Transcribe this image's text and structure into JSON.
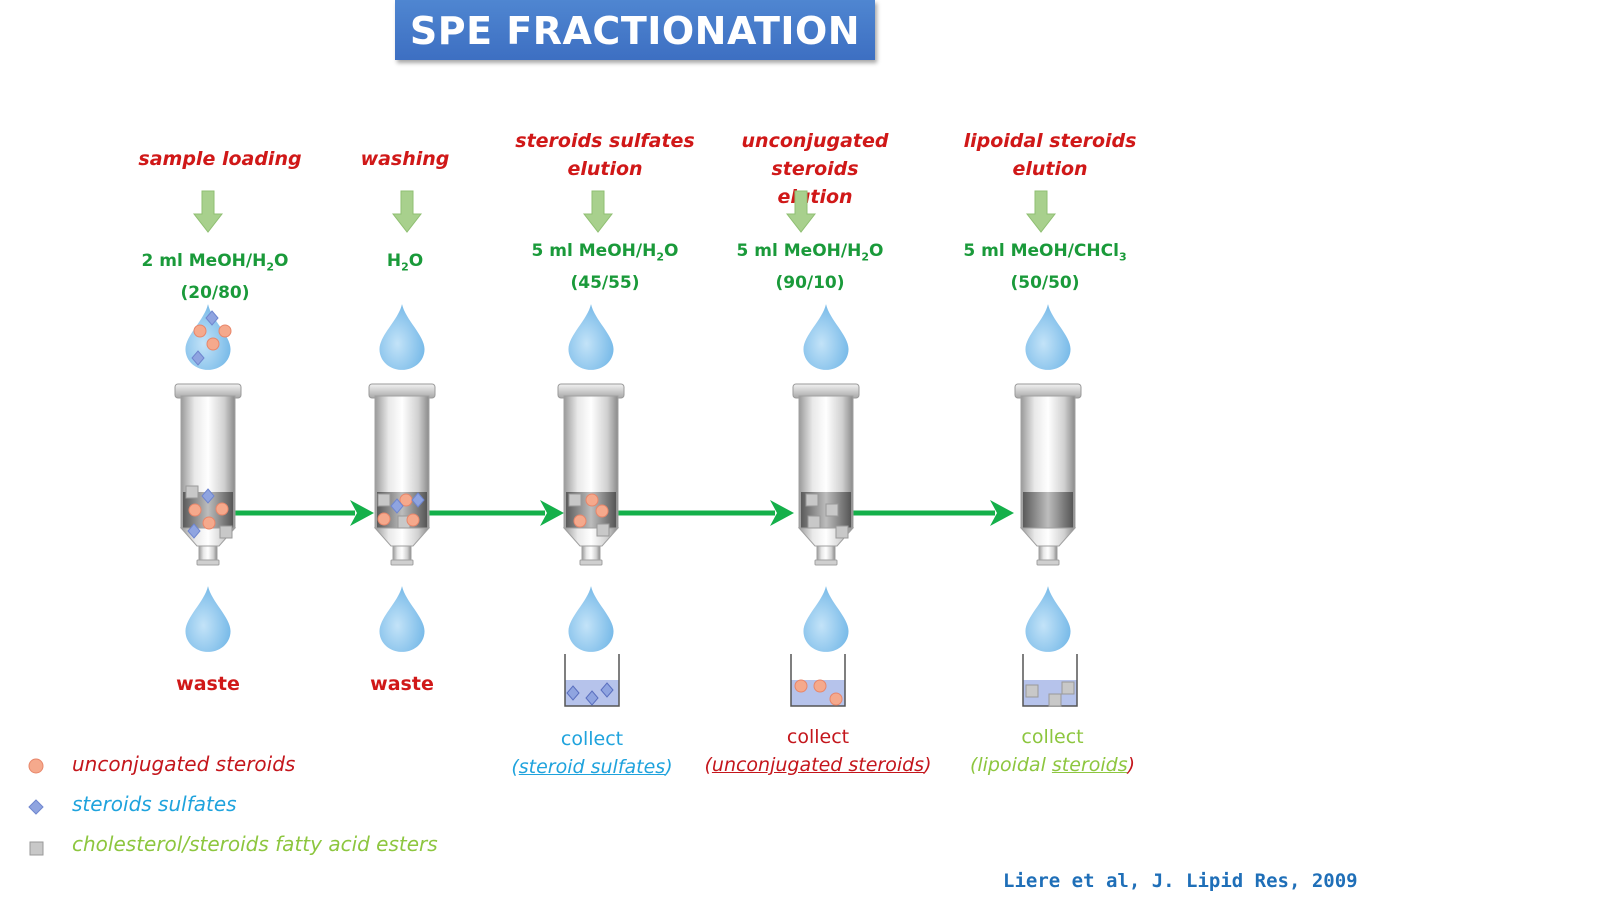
{
  "title": "SPE FRACTIONATION",
  "steps": [
    {
      "label": "sample loading",
      "solvent_main": "2 ml MeOH/H",
      "solvent_sub": "2",
      "solvent_tail": "O",
      "solvent_line2": "(20/80)",
      "outlet": "waste"
    },
    {
      "label": "washing",
      "solvent_main": "H",
      "solvent_sub": "2",
      "solvent_tail": "O",
      "solvent_line2": "",
      "outlet": "waste"
    },
    {
      "label_line1": "steroids sulfates",
      "label_line2": "elution",
      "solvent_main": "5 ml MeOH/H",
      "solvent_sub": "2",
      "solvent_tail": "O",
      "solvent_line2": "(45/55)",
      "collect": "collect",
      "collect_sub_open": "(",
      "collect_sub": "steroid sulfates",
      "collect_sub_close": ")"
    },
    {
      "label_line1": "unconjugated steroids",
      "label_line2": "elution",
      "solvent_main": "5 ml MeOH/H",
      "solvent_sub": "2",
      "solvent_tail": "O",
      "solvent_line2": "(90/10)",
      "collect": "collect",
      "collect_sub_open": "(",
      "collect_sub": "unconjugated steroids",
      "collect_sub_close": ")"
    },
    {
      "label_line1": "lipoidal steroids",
      "label_line2": "elution",
      "solvent_main": "5 ml MeOH/CHCl",
      "solvent_sub": "3",
      "solvent_tail": "",
      "solvent_line2": "(50/50)",
      "collect": "collect",
      "collect_sub_open": "(lipoidal ",
      "collect_sub": "steroids",
      "collect_sub_close": ")"
    }
  ],
  "legend": [
    {
      "label": "unconjugated steroids",
      "color": "#f5a98c",
      "shape": "circle"
    },
    {
      "label": "steroids sulfates",
      "color": "#8fa4e0",
      "shape": "diamond"
    },
    {
      "label": "cholesterol/steroids fatty acid esters",
      "color": "#c8c8c8",
      "shape": "square"
    }
  ],
  "reference": "Liere et al, J. Lipid Res, 2009",
  "colors": {
    "label_red": "#d01818",
    "solvent_green": "#1a9a3a",
    "arrow_green": "#14b04a",
    "drop_blue": "#8fc8ec",
    "title_blue": "#4472c4"
  }
}
